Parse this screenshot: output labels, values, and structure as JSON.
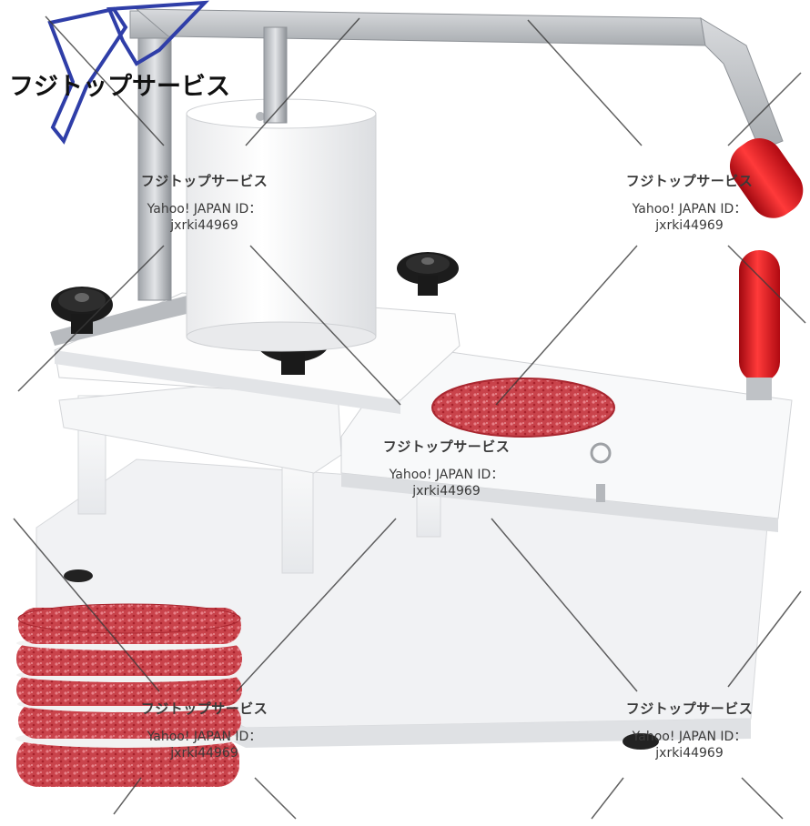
{
  "logo": {
    "text": "フジトップサービス"
  },
  "watermark": {
    "brand": "フジトップサービス",
    "line1": "Yahoo! JAPAN ID：",
    "line2": "jxrki44969"
  },
  "colors": {
    "handle_red": "#e0101a",
    "steel": "#c9ccd0",
    "machine_white": "#f4f5f7",
    "meat_red": "#c9434b",
    "logo_blue": "#2f3ea8"
  }
}
